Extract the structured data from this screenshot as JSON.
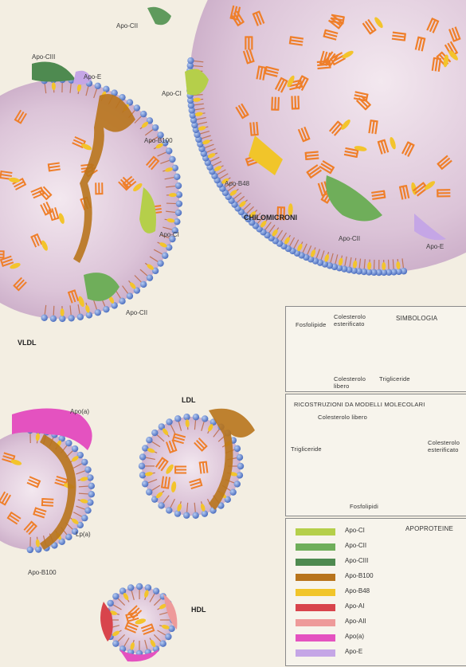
{
  "labels": {
    "apo_cii_top": "Apo-CII",
    "apo_ciii": "Apo-CIII",
    "apo_e_left": "Apo-E",
    "apo_ci_top": "Apo-CI",
    "apo_b100_vldl": "Apo-B100",
    "apo_b48": "Apo-B48",
    "chilomicroni": "CHILOMICRONI",
    "apo_ci_mid": "Apo-CI",
    "apo_cii_right": "Apo-CII",
    "apo_e_right": "Apo-E",
    "apo_cii_bottom": "Apo-CII",
    "vldl": "VLDL",
    "ldl": "LDL",
    "apo_a": "Apo(a)",
    "lpa": "Lp(a)",
    "apo_b100_lpa": "Apo-B100",
    "hdl": "HDL"
  },
  "simbologia": {
    "title": "SIMBOLOGIA",
    "fosfolipide": "Fosfolipide",
    "colesterolo_esterificato": "Colesterolo esterificato",
    "colesterolo_libero": "Colesterolo libero",
    "trigliceride": "Trigliceride"
  },
  "ricostruzioni": {
    "title": "RICOSTRUZIONI DA MODELLI MOLECOLARI",
    "colesterolo_libero": "Colesterolo libero",
    "trigliceride": "Trigliceride",
    "colesterolo_esterificato": "Colesterolo esterificato",
    "fosfolipidi": "Fosfolipidi"
  },
  "apoproteine": {
    "title": "APOPROTEINE",
    "items": [
      {
        "label": "Apo-CI",
        "color": "#b5cf4a"
      },
      {
        "label": "Apo-CII",
        "color": "#6fae5a"
      },
      {
        "label": "Apo-CIII",
        "color": "#4e8a50"
      },
      {
        "label": "Apo-B100",
        "color": "#b8741c"
      },
      {
        "label": "Apo-B48",
        "color": "#f1c52a"
      },
      {
        "label": "Apo-AI",
        "color": "#d8444c"
      },
      {
        "label": "Apo-AII",
        "color": "#ee9a9a"
      },
      {
        "label": "Apo(a)",
        "color": "#e452c0"
      },
      {
        "label": "Apo-E",
        "color": "#c5a6e6"
      }
    ]
  },
  "colors": {
    "background": "#f3eee2",
    "core": "#dcc4d8",
    "phospholipid_head": "#6f8fd4",
    "triglyceride": "#ef7f2a",
    "cholesterol": "#f3c42c"
  }
}
